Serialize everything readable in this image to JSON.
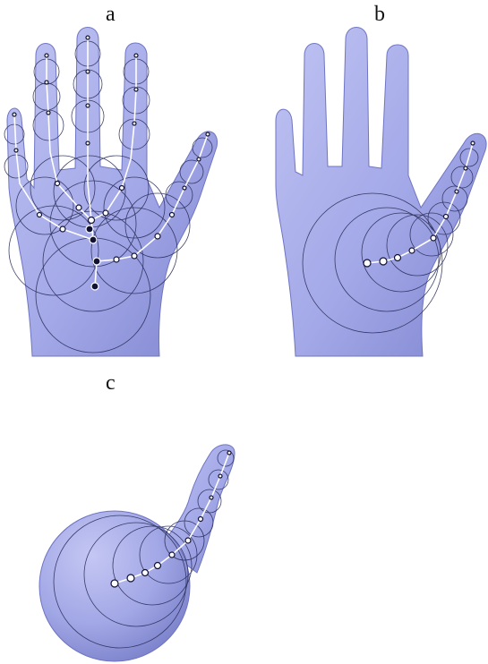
{
  "labels": {
    "a": "a",
    "b": "b",
    "c": "c"
  },
  "colors": {
    "skin": "#a7acea",
    "skin_shade": "#8a90d6",
    "skin_light": "#c9ccf4",
    "circle_stroke": "#2a2e5a",
    "skeleton": "#ffffff",
    "joint_fill": "#ffffff",
    "joint_dark": "#111133"
  }
}
